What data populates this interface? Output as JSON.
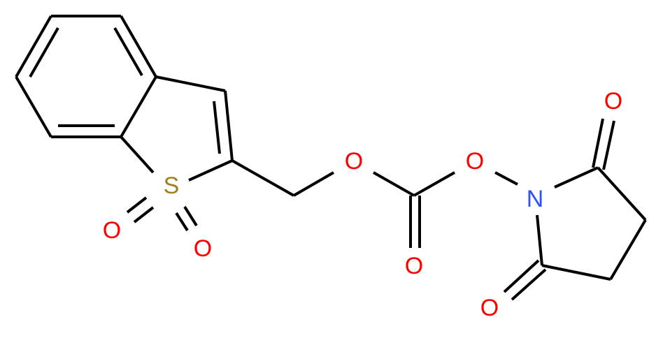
{
  "diagram": {
    "type": "chemical-structure",
    "description": "Benzothiophene 1,1-dioxide-2-ylmethyl N-succinimidyl carbonate",
    "colors": {
      "bond": "#000000",
      "oxygen": "#ff0000",
      "nitrogen": "#3050f8",
      "sulfur": "#a08020"
    },
    "atoms": {
      "s1": {
        "label": "S",
        "element": "S"
      },
      "o_s1": {
        "label": "O",
        "element": "O"
      },
      "o_s2": {
        "label": "O",
        "element": "O"
      },
      "o_ester": {
        "label": "O",
        "element": "O"
      },
      "o_carbonyl": {
        "label": "O",
        "element": "O"
      },
      "o_link": {
        "label": "O",
        "element": "O"
      },
      "n1": {
        "label": "N",
        "element": "N"
      },
      "o_top": {
        "label": "O",
        "element": "O"
      },
      "o_bottom": {
        "label": "O",
        "element": "O"
      }
    }
  }
}
